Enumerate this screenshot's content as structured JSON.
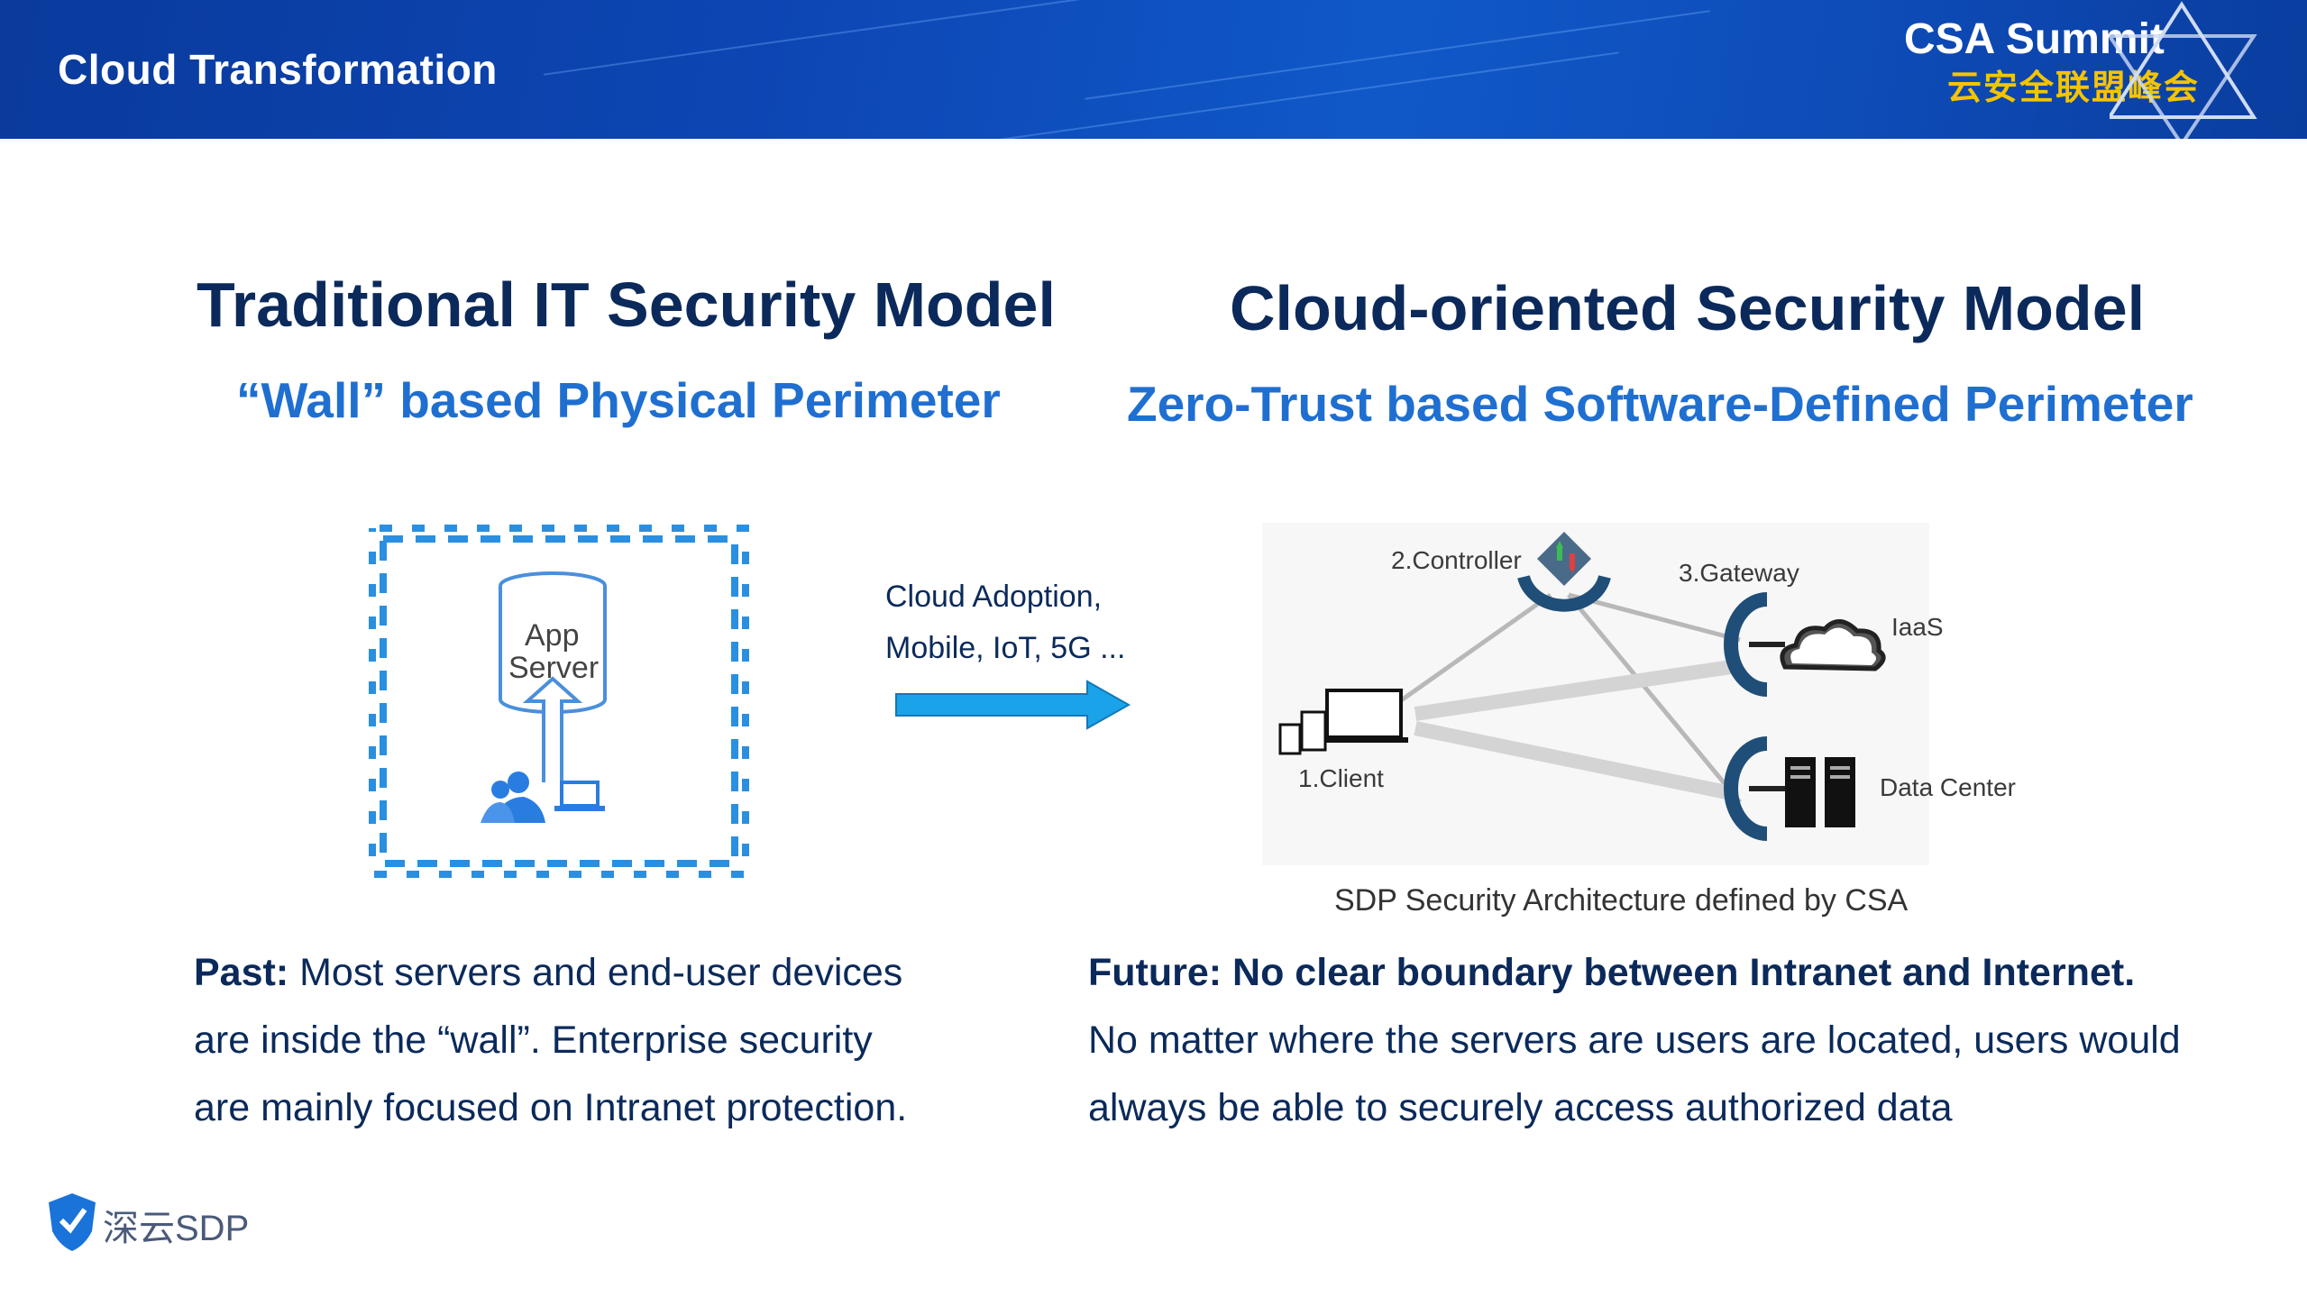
{
  "header": {
    "title": "Cloud Transformation",
    "logo_en": "CSA Summit",
    "logo_cn": "云安全联盟峰会"
  },
  "left": {
    "title": "Traditional IT Security Model",
    "subtitle": "“Wall” based Physical Perimeter",
    "diagram_label_1": "App",
    "diagram_label_2": "Server",
    "body_bold": "Past:",
    "body_line1": " Most servers and end-user devices",
    "body_line2": "are inside the “wall”. Enterprise security",
    "body_line3": "are mainly focused on Intranet protection."
  },
  "middle": {
    "line1": "Cloud Adoption,",
    "line2": "Mobile, IoT, 5G ..."
  },
  "right": {
    "title": "Cloud-oriented Security Model",
    "subtitle": "Zero-Trust based Software-Defined Perimeter",
    "controller": "2.Controller",
    "gateway": "3.Gateway",
    "iaas": "IaaS",
    "client": "1.Client",
    "datacenter": "Data Center",
    "caption": "SDP Security Architecture defined by CSA",
    "body_bold": "Future: No clear boundary between Intranet and Internet.",
    "body_line2": "No matter where the servers are users are located, users would",
    "body_line3": "always be able to securely access authorized data"
  },
  "footer": {
    "brand": "深云SDP"
  },
  "colors": {
    "header_blue": "#0d47b5",
    "title_navy": "#0b2a5b",
    "subtitle_blue": "#1f6fd1",
    "arrow_blue": "#1aa3e8",
    "logo_gold": "#f5c400"
  }
}
